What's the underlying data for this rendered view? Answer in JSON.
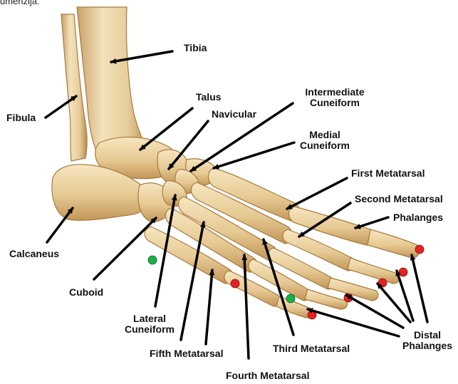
{
  "header_fragment": "umenzija.",
  "labels": {
    "tibia": "Tibia",
    "fibula": "Fibula",
    "talus": "Talus",
    "navicular": "Navicular",
    "intermediate_cuneiform": "Intermediate Cuneiform",
    "medial_cuneiform": "Medial Cuneiform",
    "first_metatarsal": "First Metatarsal",
    "second_metatarsal": "Second Metatarsal",
    "phalanges": "Phalanges",
    "calcaneus": "Calcaneus",
    "cuboid": "Cuboid",
    "lateral_cuneiform": "Lateral Cuneiform",
    "fifth_metatarsal": "Fifth Metatarsal",
    "fourth_metatarsal": "Fourth Metatarsal",
    "third_metatarsal": "Third Metatarsal",
    "distal_phalanges": "Distal Phalanges"
  },
  "colors": {
    "bone_light": "#f3dfb4",
    "bone_mid": "#e2c48a",
    "bone_dark": "#b98a4e",
    "marker_red": "#e52222",
    "marker_green": "#19b04a",
    "leader": "#000000"
  }
}
